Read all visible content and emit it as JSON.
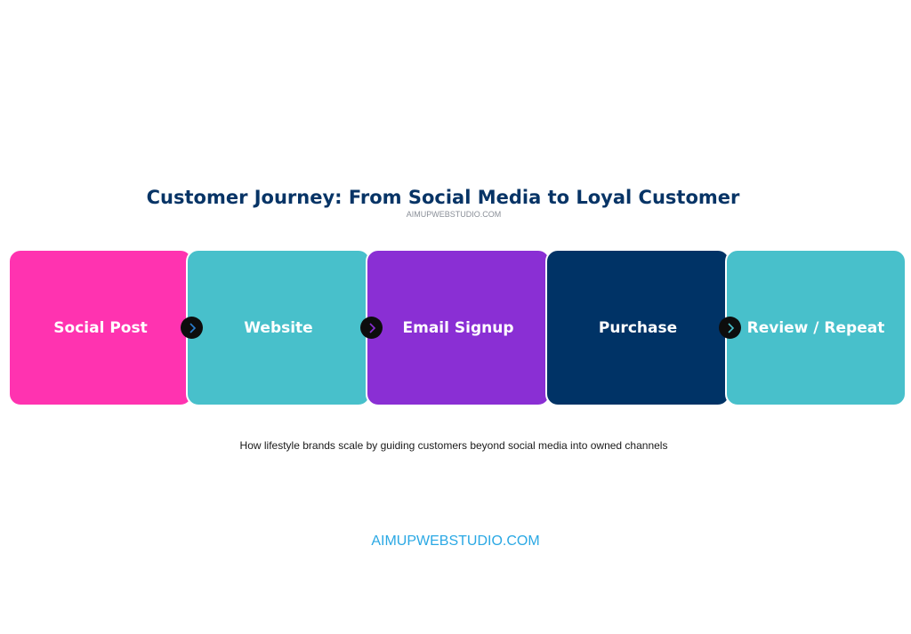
{
  "title": "Customer Journey: From Social Media to Loyal Customer",
  "subtitle": "AIMUPWEBSTUDIO.COM",
  "steps": [
    {
      "label": "Social Post",
      "color": "#ff33b0"
    },
    {
      "label": "Website",
      "color": "#48c0cb"
    },
    {
      "label": "Email Signup",
      "color": "#8a2fd4"
    },
    {
      "label": "Purchase",
      "color": "#003366"
    },
    {
      "label": "Review / Repeat",
      "color": "#48c0cb"
    }
  ],
  "arrow_colors": [
    "#2a7fd0",
    "#8a2fd4",
    "#48c0cb"
  ],
  "caption": "How lifestyle brands scale by guiding customers beyond social media into owned channels",
  "footer": "AIMUPWEBSTUDIO.COM"
}
